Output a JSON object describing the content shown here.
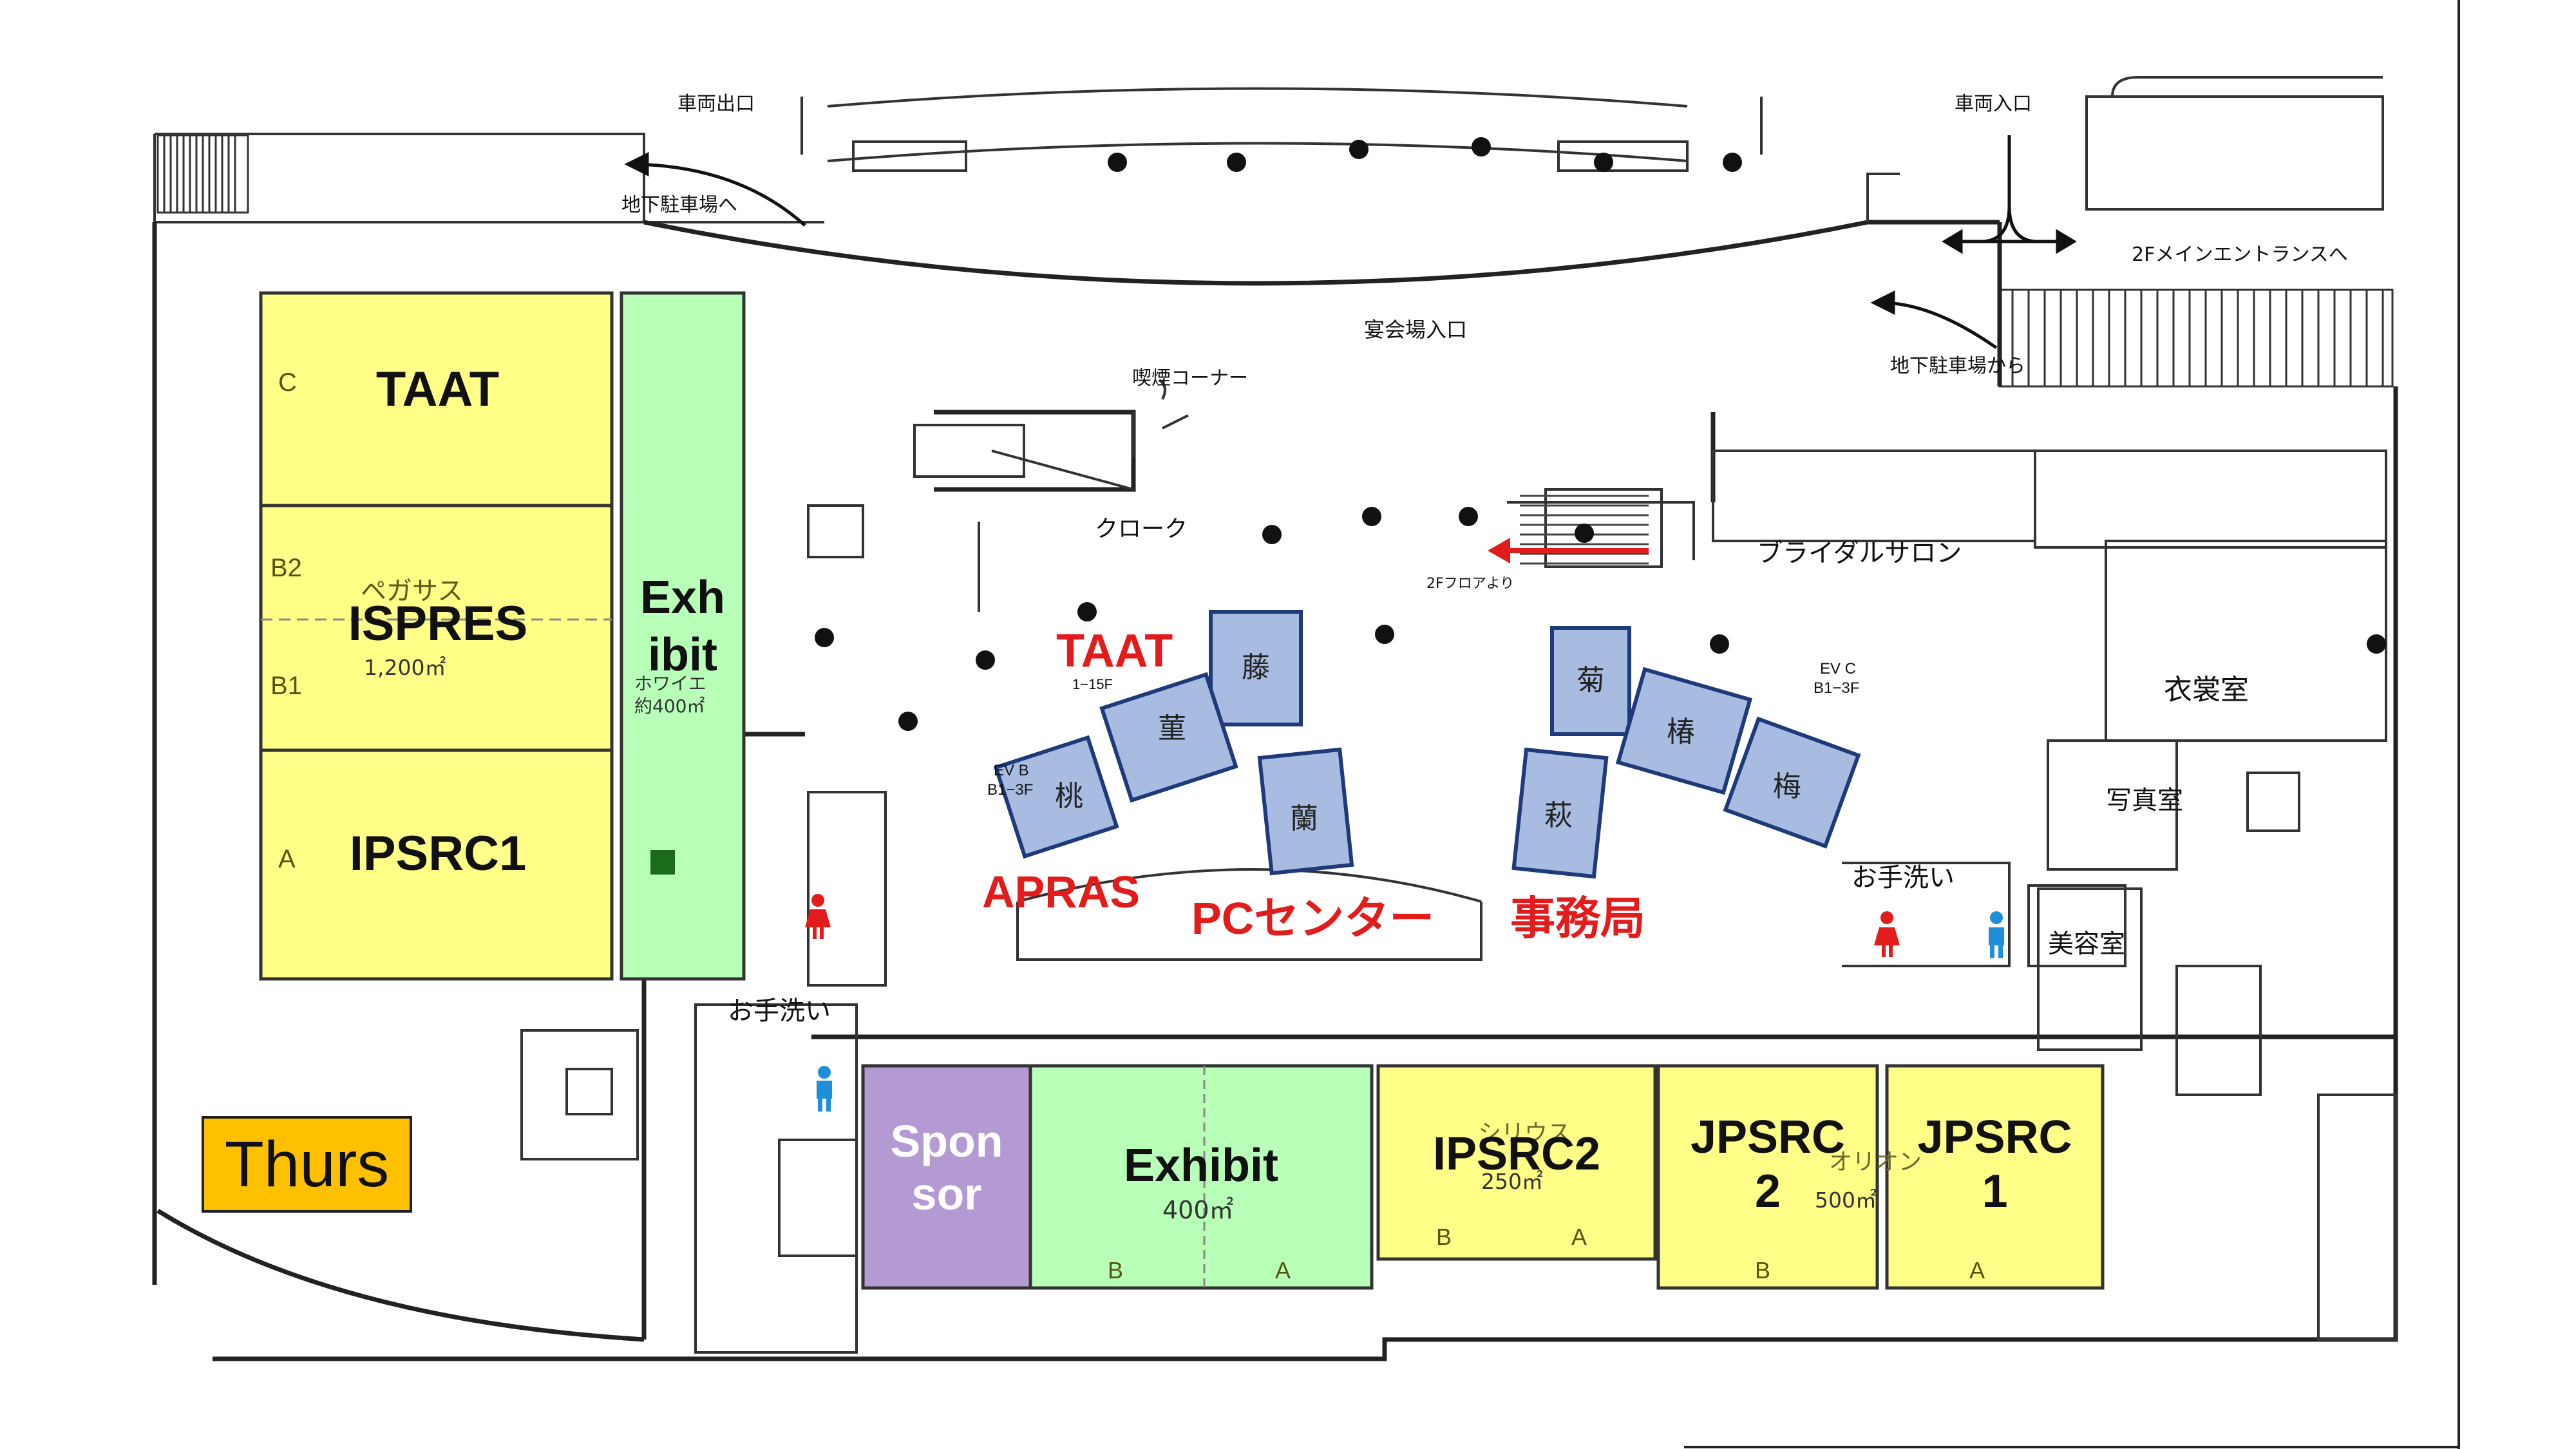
{
  "badge": {
    "day": "Thurs"
  },
  "rooms": {
    "taat_hall": "TAAT",
    "ispres": "ISPRES",
    "ipsrc1": "IPSRC1",
    "exhibit_left_line1": "Exh",
    "exhibit_left_line2": "ibit",
    "sponsor_line1": "Spon",
    "sponsor_line2": "sor",
    "exhibit_bottom": "Exhibit",
    "ipsrc2": "IPSRC2",
    "jpsrc2_line1": "JPSRC",
    "jpsrc2_line2": "2",
    "jpsrc1_line1": "JPSRC",
    "jpsrc1_line2": "1"
  },
  "red_labels": {
    "taat": "TAAT",
    "apras": "APRAS",
    "pc_center": "PCセンター",
    "secretariat": "事務局"
  },
  "small_rooms": {
    "fuji": "藤",
    "sumire": "菫",
    "momo": "桃",
    "ran": "蘭",
    "kiku": "菊",
    "tsubaki": "椿",
    "ume": "梅",
    "hagi": "萩"
  },
  "plan_text": {
    "vehicle_exit": "車両出口",
    "vehicle_entrance": "車両入口",
    "to_underground_parking": "地下駐車場へ",
    "from_underground_parking": "地下駐車場から",
    "to_2f_main_entrance": "2Fメインエントランスへ",
    "banquet_entrance": "宴会場入口",
    "smoking_corner": "喫煙コーナー",
    "cloak": "クローク",
    "from_2f_floor": "2Fフロアより",
    "bridal_salon": "ブライダルサロン",
    "costume_room": "衣裳室",
    "photo_studio": "写真室",
    "beauty_salon": "美容室",
    "restroom_right": "お手洗い",
    "restroom_left": "お手洗い",
    "ev_b": "EV B",
    "ev_b_floors": "B1−3F",
    "ev_c": "EV C",
    "ev_c_floors": "B1−3F",
    "ev_a_floors": "1−15F",
    "pegasus": "ペガサス",
    "pegasus_area": "1,200㎡",
    "foyer_name": "ホワイエ",
    "foyer_area": "約400㎡",
    "exhibit_hall_area": "400㎡",
    "sirius": "シリウス",
    "sirius_area": "250㎡",
    "orion": "オリオン",
    "orion_area": "500㎡",
    "part_c": "C",
    "part_b2": "B2",
    "part_b1": "B1",
    "part_a": "A",
    "exhibit_part_b": "B",
    "exhibit_part_a": "A",
    "sirius_part_b": "B",
    "sirius_part_a": "A",
    "orion_part_b": "B",
    "orion_part_a": "A"
  },
  "colors": {
    "yellow_room": "#ffff88",
    "green_room": "#b8ffb8",
    "purple_room": "#b49ad2",
    "blue_room": "#a8bce2",
    "red_text": "#e21b1b",
    "badge": "#ffc000"
  }
}
